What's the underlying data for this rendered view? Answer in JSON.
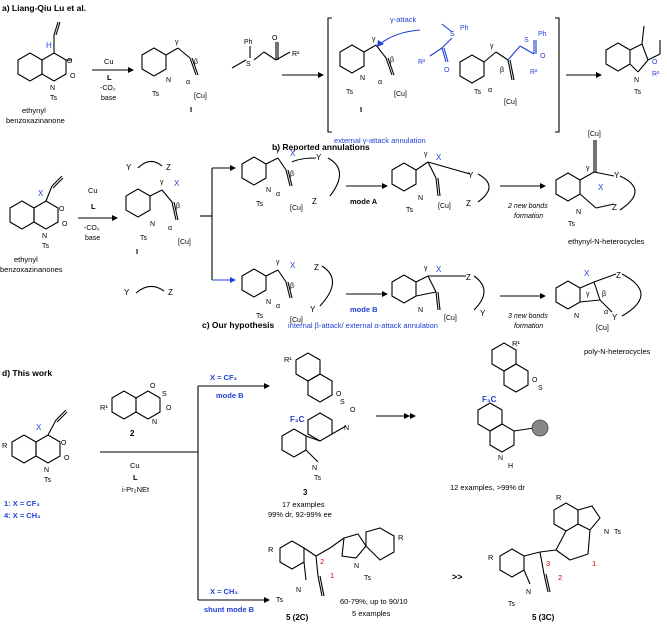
{
  "section_a": {
    "heading": "a) Liang-Qiu Lu et al.",
    "sm_name_1": "ethynyl",
    "sm_name_2": "benzoxazinanone",
    "conditions": [
      "Cu",
      "L",
      "-CO₂",
      "base"
    ],
    "gamma_attack": "γ-attack",
    "intermediate": "I",
    "ts": "Ts",
    "cu_label": "[Cu]",
    "reagent_ph": "Ph",
    "reagent_r2": "R²",
    "reagent_s": "S"
  },
  "section_b": {
    "heading": "b) Reported annulations",
    "ext_gamma": "external γ-attack annulation",
    "mode_a": "mode A",
    "mode_b": "mode B",
    "two_bonds_1": "2 new bonds",
    "two_bonds_2": "formation",
    "ethynyl_het": "ethynyl-N-heterocycles",
    "sm_name_1": "ethynyl",
    "sm_name_2": "benzoxazinanones",
    "conditions": [
      "Cu",
      "L",
      "-CO₂",
      "base"
    ],
    "x_label": "X",
    "y_label": "Y",
    "z_label": "Z"
  },
  "section_c": {
    "heading": "c) Our hypothesis",
    "int_beta": "internal β-attack/ external α-attack annulation",
    "three_bonds_1": "3 new bonds",
    "three_bonds_2": "formation",
    "poly_het": "poly-N-heterocycles"
  },
  "section_d": {
    "heading": "d) This work",
    "sm_1": "1: X = CF₃",
    "sm_4": "4: X = CH₃",
    "reagent_num": "2",
    "conditions": [
      "Cu",
      "L",
      "i-Pr₂NEt"
    ],
    "branch_top_x": "X = CF₃",
    "branch_top_mode": "mode B",
    "product_3": "3",
    "product_3_stats": [
      "17 examples",
      "99% dr, 92-99% ee"
    ],
    "product_right_stats": "12 examples, >99% dr",
    "branch_bottom_x": "X = CH₃",
    "branch_bottom_mode": "shunt mode B",
    "product_5_2c": "5 (2C)",
    "product_5_3c": "5 (3C)",
    "product_5_stats": [
      "60-79%, up to 90/10",
      "5 examples"
    ],
    "gt": ">>",
    "f3c": "F₃C",
    "r1": "R¹",
    "r": "R",
    "nh": "N",
    "h": "H"
  }
}
